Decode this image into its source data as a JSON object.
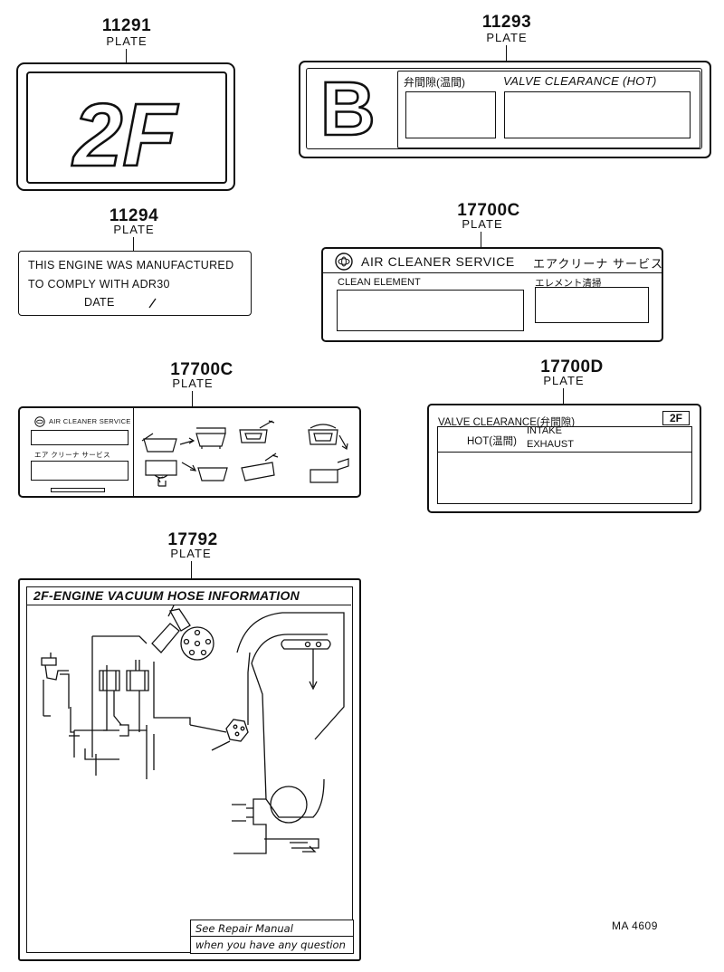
{
  "plates": {
    "p11291": {
      "number": "11291",
      "label": "PLATE",
      "emblem": "2F"
    },
    "p11293": {
      "number": "11293",
      "label": "PLATE",
      "letter": "B",
      "jp_heading": "弁間隙(温間)",
      "heading": "VALVE CLEARANCE (HOT)"
    },
    "p11294": {
      "number": "11294",
      "label": "PLATE",
      "line1": "THIS ENGINE WAS MANUFACTURED",
      "line2": "TO COMPLY WITH  ADR30",
      "line3": "DATE"
    },
    "p17700c_a": {
      "number": "17700C",
      "label": "PLATE",
      "title": "AIR CLEANER SERVICE",
      "title_jp": "エアクリーナ サービス",
      "field1": "CLEAN ELEMENT",
      "field2_jp": "エレメント清掃"
    },
    "p17700c_b": {
      "number": "17700C",
      "label": "PLATE",
      "title": "AIR CLEANER SERVICE",
      "subtitle_jp": "エア クリーナ サービス"
    },
    "p17700d": {
      "number": "17700D",
      "label": "PLATE",
      "heading": "VALVE CLEARANCE(弁間隙)",
      "badge": "2F",
      "hot": "HOT(温間)",
      "intake": "INTAKE",
      "exhaust": "EXHAUST"
    },
    "p17792": {
      "number": "17792",
      "label": "PLATE",
      "title": "2F-ENGINE VACUUM HOSE INFORMATION",
      "note1": "See Repair Manual",
      "note2": "when you have any question"
    }
  },
  "footer": {
    "code": "MA  4609"
  }
}
